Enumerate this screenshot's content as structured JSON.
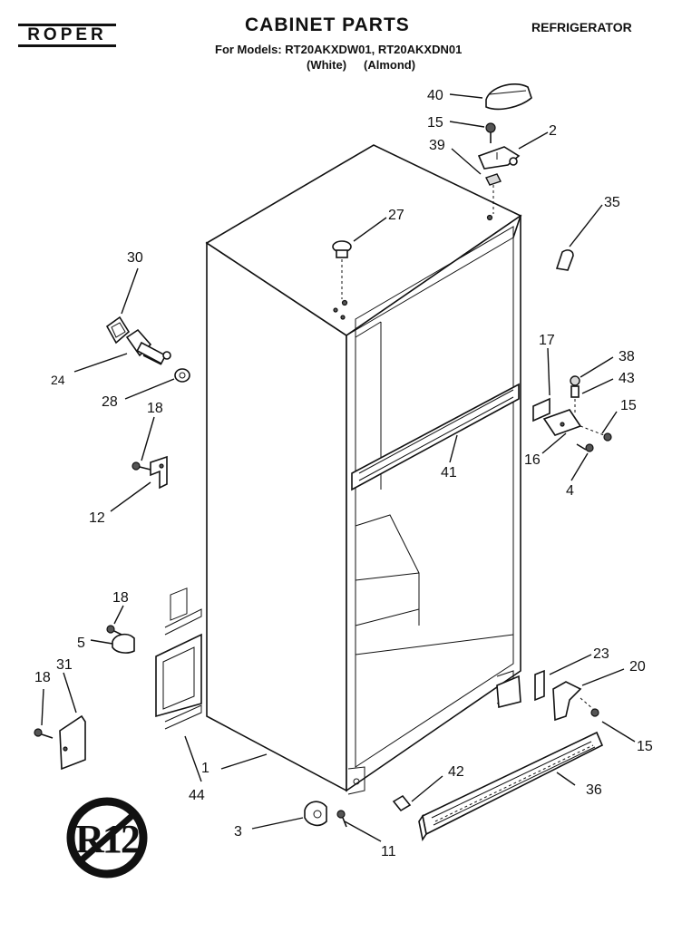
{
  "header": {
    "brand": "ROPER",
    "title": "CABINET PARTS",
    "category": "REFRIGERATOR",
    "models": "For Models: RT20AKXDW01, RT20AKXDN01",
    "variant_a": "(White)",
    "variant_b": "(Almond)"
  },
  "callouts": {
    "c1": "1",
    "c2": "2",
    "c3": "3",
    "c4": "4",
    "c5": "5",
    "c11": "11",
    "c12": "12",
    "c15a": "15",
    "c15b": "15",
    "c15c": "15",
    "c16": "16",
    "c17": "17",
    "c18a": "18",
    "c18b": "18",
    "c18c": "18",
    "c20": "20",
    "c23": "23",
    "c24": "24",
    "c27": "27",
    "c28": "28",
    "c30": "30",
    "c31": "31",
    "c35": "35",
    "c36": "36",
    "c38": "38",
    "c39": "39",
    "c40": "40",
    "c41": "41",
    "c42": "42",
    "c43": "43",
    "c44": "44"
  },
  "stamp": "R12"
}
